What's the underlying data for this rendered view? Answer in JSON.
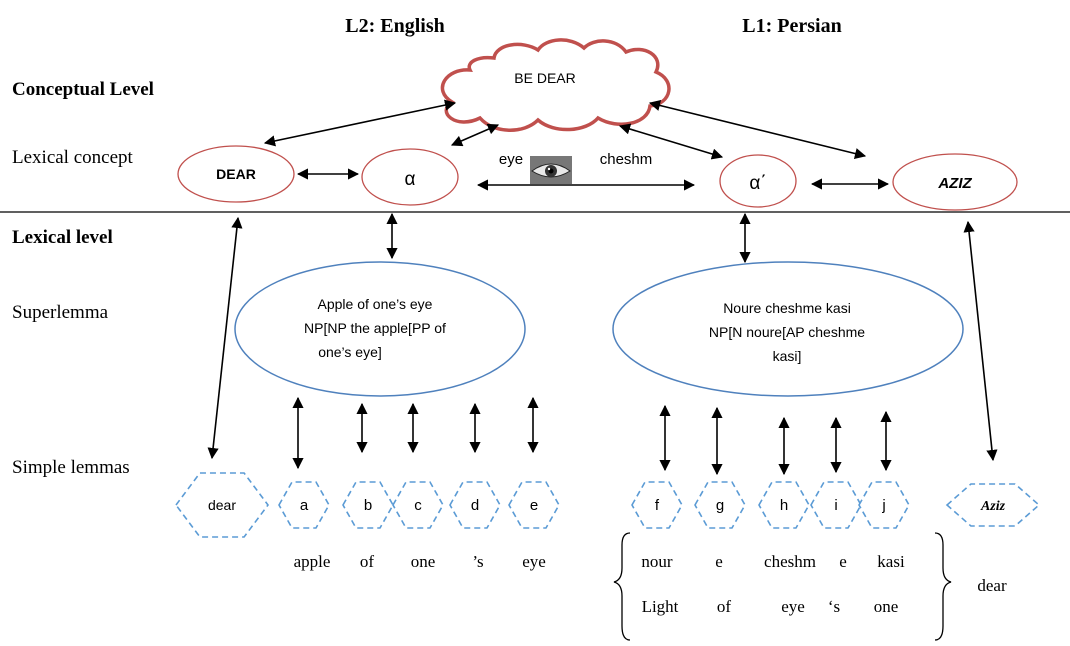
{
  "headers": {
    "l2": "L2: English",
    "l1": "L1: Persian"
  },
  "levels": {
    "conceptual": "Conceptual Level",
    "lexical_concept": "Lexical concept",
    "lexical": "Lexical level",
    "superlemma": "Superlemma",
    "simple_lemmas": "Simple lemmas"
  },
  "cloud": {
    "label": "BE DEAR"
  },
  "concepts": {
    "dear": "DEAR",
    "alpha": "α",
    "alpha_prime": "α΄",
    "aziz": "AZIZ"
  },
  "eye_link": {
    "left": "eye",
    "right": "cheshm",
    "icon": "eye-icon"
  },
  "superlemmas": {
    "english": {
      "lines": [
        "Apple of one’s eye",
        "NP[NP the apple[PP of",
        "one’s eye]"
      ]
    },
    "persian": {
      "lines": [
        "Noure cheshme kasi",
        "NP[N noure[AP cheshme",
        "kasi]"
      ]
    }
  },
  "lemmas": {
    "dear": "dear",
    "english": [
      "a",
      "b",
      "c",
      "d",
      "e"
    ],
    "persian": [
      "f",
      "g",
      "h",
      "i",
      "j"
    ],
    "aziz": "Aziz"
  },
  "english_words": [
    "apple",
    "of",
    "one",
    "’s",
    "eye"
  ],
  "persian_words": [
    "nour",
    "e",
    "cheshm",
    "e",
    "kasi"
  ],
  "persian_gloss": [
    "Light",
    "of",
    "eye",
    "‘s",
    "one"
  ],
  "gloss_right": "dear",
  "colors": {
    "cloud": "#c0504d",
    "concept_ellipse": "#c0504d",
    "superlemma_ellipse": "#4f81bd",
    "lemma_hexagon": "#5b9bd5",
    "text": "#000000"
  }
}
